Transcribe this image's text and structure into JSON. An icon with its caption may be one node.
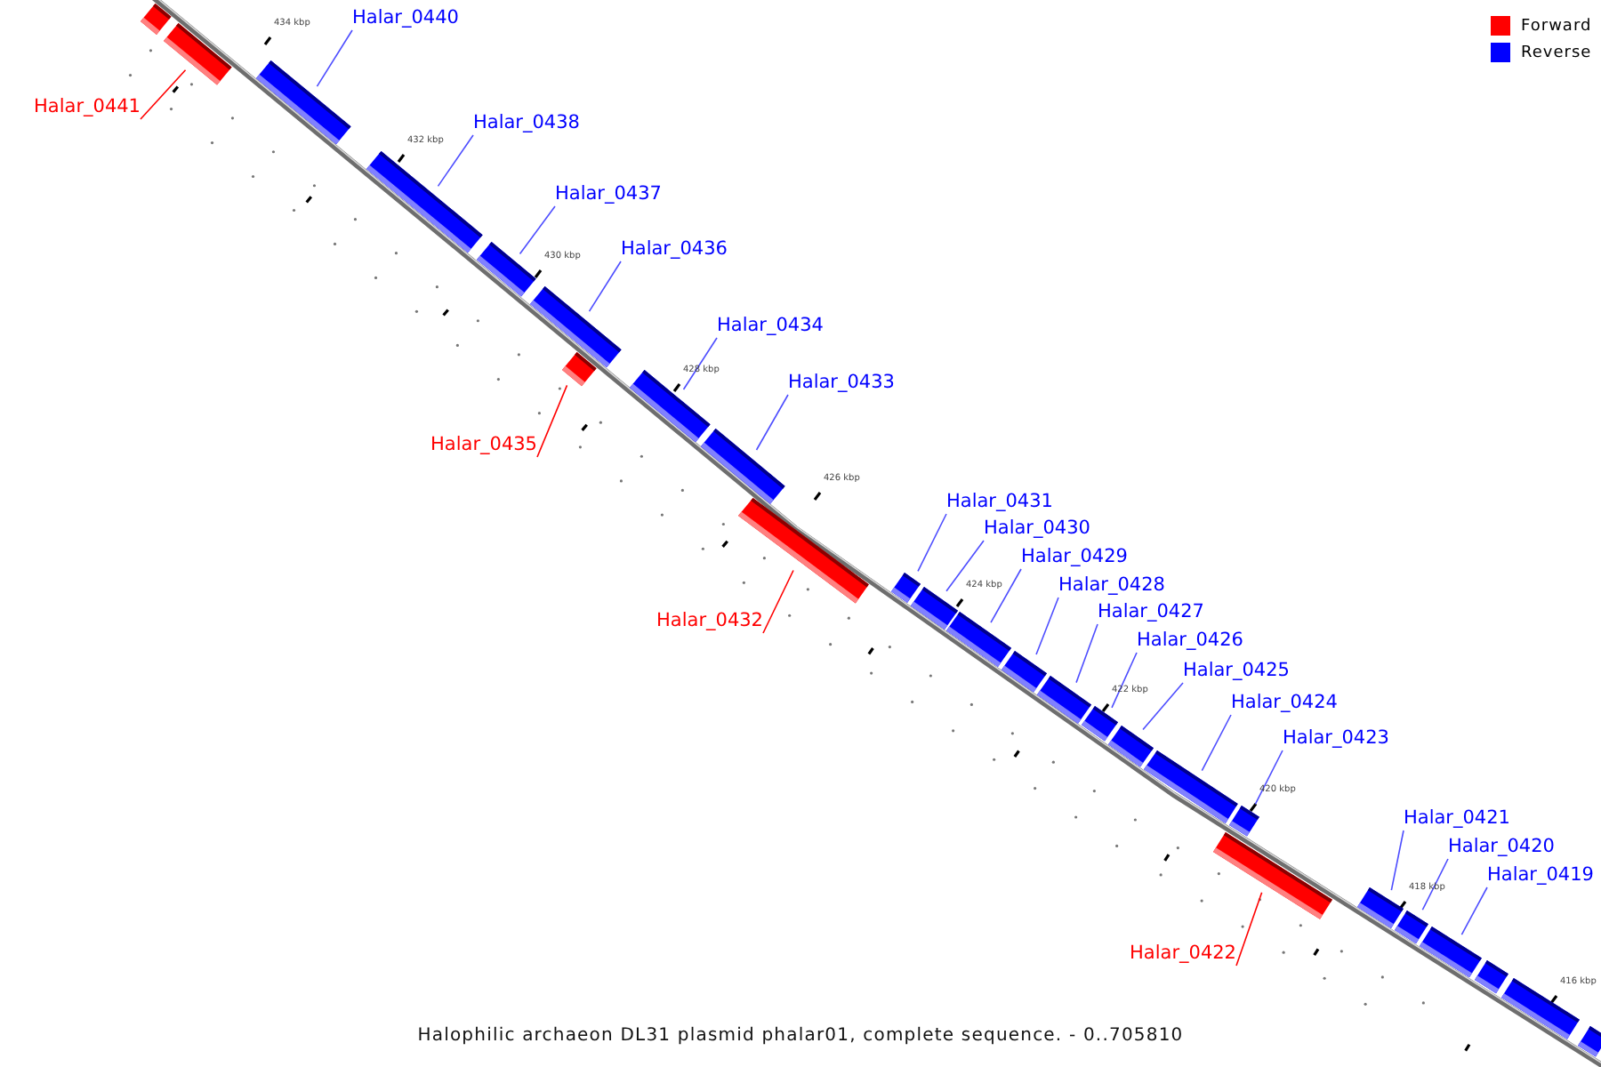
{
  "diagram": {
    "caption": "Halophilic archaeon DL31 plasmid phalar01, complete sequence. - 0..705810",
    "nodes": [
      {
        "text": [
          "Halar_0440"
        ]
      },
      {
        "text": [
          "Halar_0441"
        ]
      },
      {
        "text": [
          "Halar_0438"
        ]
      },
      {
        "text": [
          "Halar_0437"
        ]
      },
      {
        "text": [
          "Halar_0436"
        ]
      },
      {
        "text": [
          "Halar_0434"
        ]
      },
      {
        "text": [
          "Halar_0433"
        ]
      },
      {
        "text": [
          "Halar_0435"
        ]
      },
      {
        "text": [
          "Halar_0431"
        ]
      },
      {
        "text": [
          "Halar_0430"
        ]
      },
      {
        "text": [
          "Halar_0429"
        ]
      },
      {
        "text": [
          "Halar_0428"
        ]
      },
      {
        "text": [
          "Halar_0427"
        ]
      },
      {
        "text": [
          "Halar_0432"
        ]
      },
      {
        "text": [
          "Halar_0426"
        ]
      },
      {
        "text": [
          "Halar_0425"
        ]
      },
      {
        "text": [
          "Halar_0424"
        ]
      },
      {
        "text": [
          "Halar_0423"
        ]
      },
      {
        "text": [
          "Halar_0421"
        ]
      },
      {
        "text": [
          "Halar_0420"
        ]
      },
      {
        "text": [
          "Halar_0419"
        ]
      },
      {
        "text": [
          "Halar_0422"
        ]
      },
      {
        "text": [],
        "shape": "bar"
      },
      {
        "text": [],
        "shape": "bar"
      },
      {
        "text": [],
        "shape": "bar"
      },
      {
        "text": [],
        "shape": "bar"
      },
      {
        "text": [],
        "shape": "bar"
      },
      {
        "text": [],
        "shape": "bar"
      },
      {
        "text": [],
        "shape": "bar"
      },
      {
        "text": [],
        "shape": "bar"
      },
      {
        "text": [],
        "shape": "bar"
      },
      {
        "text": [],
        "shape": "bar"
      },
      {
        "text": [],
        "shape": "bar"
      },
      {
        "text": [],
        "shape": "bar"
      },
      {
        "text": [],
        "shape": "bar"
      },
      {
        "text": [],
        "shape": "bar"
      },
      {
        "text": [],
        "shape": "bar"
      },
      {
        "text": [],
        "shape": "bar"
      },
      {
        "text": [],
        "shape": "bar"
      },
      {
        "text": [],
        "shape": "bar"
      },
      {
        "text": [],
        "shape": "bar"
      },
      {
        "text": [],
        "shape": "bar"
      },
      {
        "text": [],
        "shape": "bar"
      },
      {
        "text": [],
        "shape": "bar"
      },
      {
        "text": [],
        "shape": "bar"
      },
      {
        "text": [],
        "shape": "bar"
      },
      {
        "text": [],
        "shape": "bar"
      },
      {
        "text": [],
        "shape": "bar"
      }
    ],
    "edges": [
      {
        "from": 0,
        "to": 24,
        "arrow": "none"
      },
      {
        "from": 1,
        "to": 23,
        "arrow": "none",
        "color": "#ff0000"
      },
      {
        "from": 2,
        "to": 25,
        "arrow": "none"
      },
      {
        "from": 3,
        "to": 26,
        "arrow": "none"
      },
      {
        "from": 4,
        "to": 27,
        "arrow": "none"
      },
      {
        "from": 5,
        "to": 29,
        "arrow": "none"
      },
      {
        "from": 6,
        "to": 30,
        "arrow": "none"
      },
      {
        "from": 7,
        "to": 28,
        "arrow": "none",
        "color": "#ff0000"
      },
      {
        "from": 8,
        "to": 32,
        "arrow": "none"
      },
      {
        "from": 9,
        "to": 33,
        "arrow": "none"
      },
      {
        "from": 10,
        "to": 34,
        "arrow": "none"
      },
      {
        "from": 11,
        "to": 35,
        "arrow": "none"
      },
      {
        "from": 12,
        "to": 36,
        "arrow": "none"
      },
      {
        "from": 13,
        "to": 31,
        "arrow": "none",
        "color": "#ff0000"
      },
      {
        "from": 14,
        "to": 37,
        "arrow": "none"
      },
      {
        "from": 15,
        "to": 38,
        "arrow": "none"
      },
      {
        "from": 16,
        "to": 39,
        "arrow": "none"
      },
      {
        "from": 17,
        "to": 40,
        "arrow": "none"
      },
      {
        "from": 18,
        "to": 42,
        "arrow": "none"
      },
      {
        "from": 19,
        "to": 43,
        "arrow": "none"
      },
      {
        "from": 20,
        "to": 44,
        "arrow": "none"
      },
      {
        "from": 21,
        "to": 41,
        "arrow": "none",
        "color": "#ff0000"
      }
    ],
    "labels": [
      "434 kbp",
      "432 kbp",
      "430 kbp",
      "428 kbp",
      "426 kbp",
      "424 kbp",
      "422 kbp",
      "420 kbp",
      "418 kbp",
      "416 kbp"
    ],
    "legend": [
      {
        "text": "Forward",
        "color": "#ff0000"
      },
      {
        "text": "Reverse",
        "color": "#0000ff"
      }
    ]
  }
}
